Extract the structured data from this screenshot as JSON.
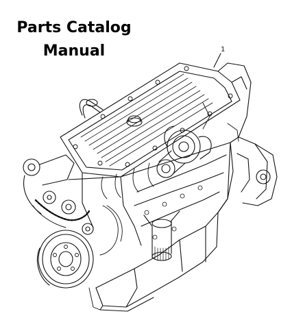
{
  "document": {
    "title_line_1": "Parts Catalog",
    "title_line_2": "Manual",
    "illustration": {
      "subject": "engine-line-drawing",
      "callout_number": "1",
      "ink_color": "#111111",
      "background_color": "#ffffff"
    }
  }
}
